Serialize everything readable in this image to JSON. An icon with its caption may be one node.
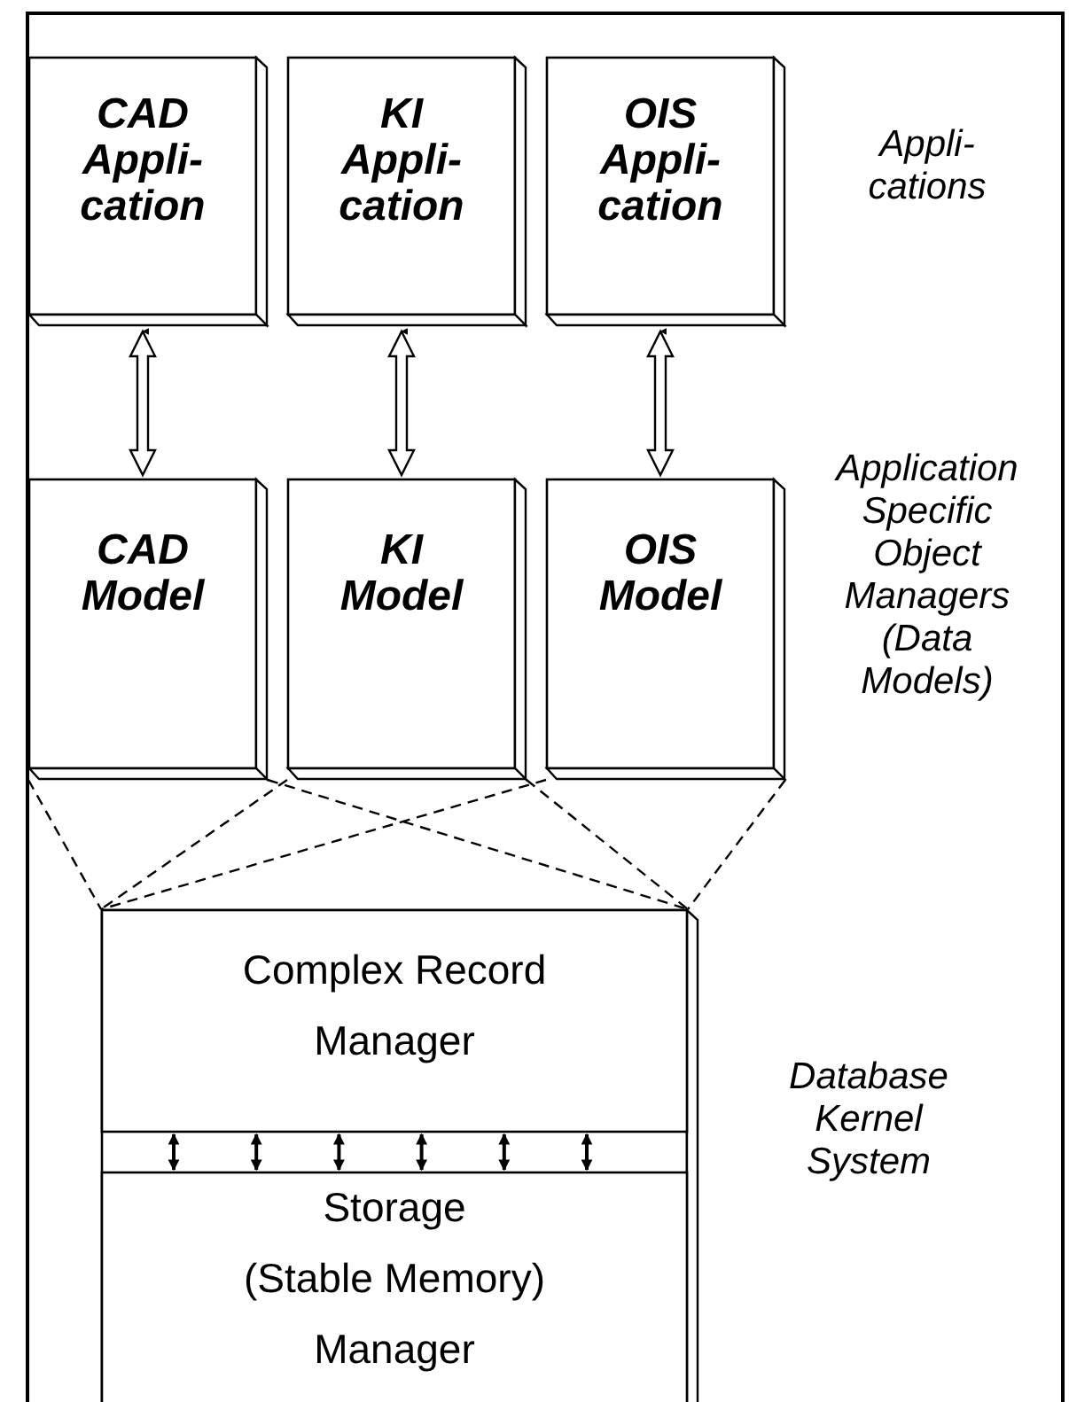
{
  "diagram": {
    "nodes": [
      {
        "text": [
          "CAD Appli- cation"
        ]
      },
      {
        "text": [
          "KI Appli- cation"
        ]
      },
      {
        "text": [
          "OIS Appli- cation"
        ]
      },
      {
        "text": [
          "CAD Model"
        ]
      },
      {
        "text": [
          "KI Model"
        ]
      },
      {
        "text": [
          "OIS Model"
        ]
      },
      {
        "text": [],
        "shape": "box"
      },
      {
        "text": [
          "Complex Record Manager"
        ],
        "in": 6
      },
      {
        "text": [
          "Storage (Stable Memory) Manager"
        ],
        "in": 6
      }
    ],
    "edges": [
      {
        "from": 0,
        "to": 3,
        "arrow": "both"
      },
      {
        "from": 1,
        "to": 4,
        "arrow": "both"
      },
      {
        "from": 2,
        "to": 5,
        "arrow": "both"
      },
      {
        "from": 3,
        "to": 6,
        "arrow": "none",
        "style": "dashed"
      },
      {
        "from": 3,
        "to": 6,
        "arrow": "none",
        "style": "dashed"
      },
      {
        "from": 4,
        "to": 6,
        "arrow": "none",
        "style": "dashed"
      },
      {
        "from": 4,
        "to": 6,
        "arrow": "none",
        "style": "dashed"
      },
      {
        "from": 5,
        "to": 6,
        "arrow": "none",
        "style": "dashed"
      },
      {
        "from": 5,
        "to": 6,
        "arrow": "none",
        "style": "dashed"
      },
      {
        "from": 7,
        "to": 8,
        "arrow": "both"
      },
      {
        "from": 7,
        "to": 8,
        "arrow": "both"
      },
      {
        "from": 7,
        "to": 8,
        "arrow": "both"
      },
      {
        "from": 7,
        "to": 8,
        "arrow": "both"
      },
      {
        "from": 7,
        "to": 8,
        "arrow": "both"
      },
      {
        "from": 7,
        "to": 8,
        "arrow": "both"
      }
    ],
    "labels": [
      "Appli- cations",
      "Application Specific Object Managers (Data Models)",
      "Database Kernel System"
    ]
  }
}
